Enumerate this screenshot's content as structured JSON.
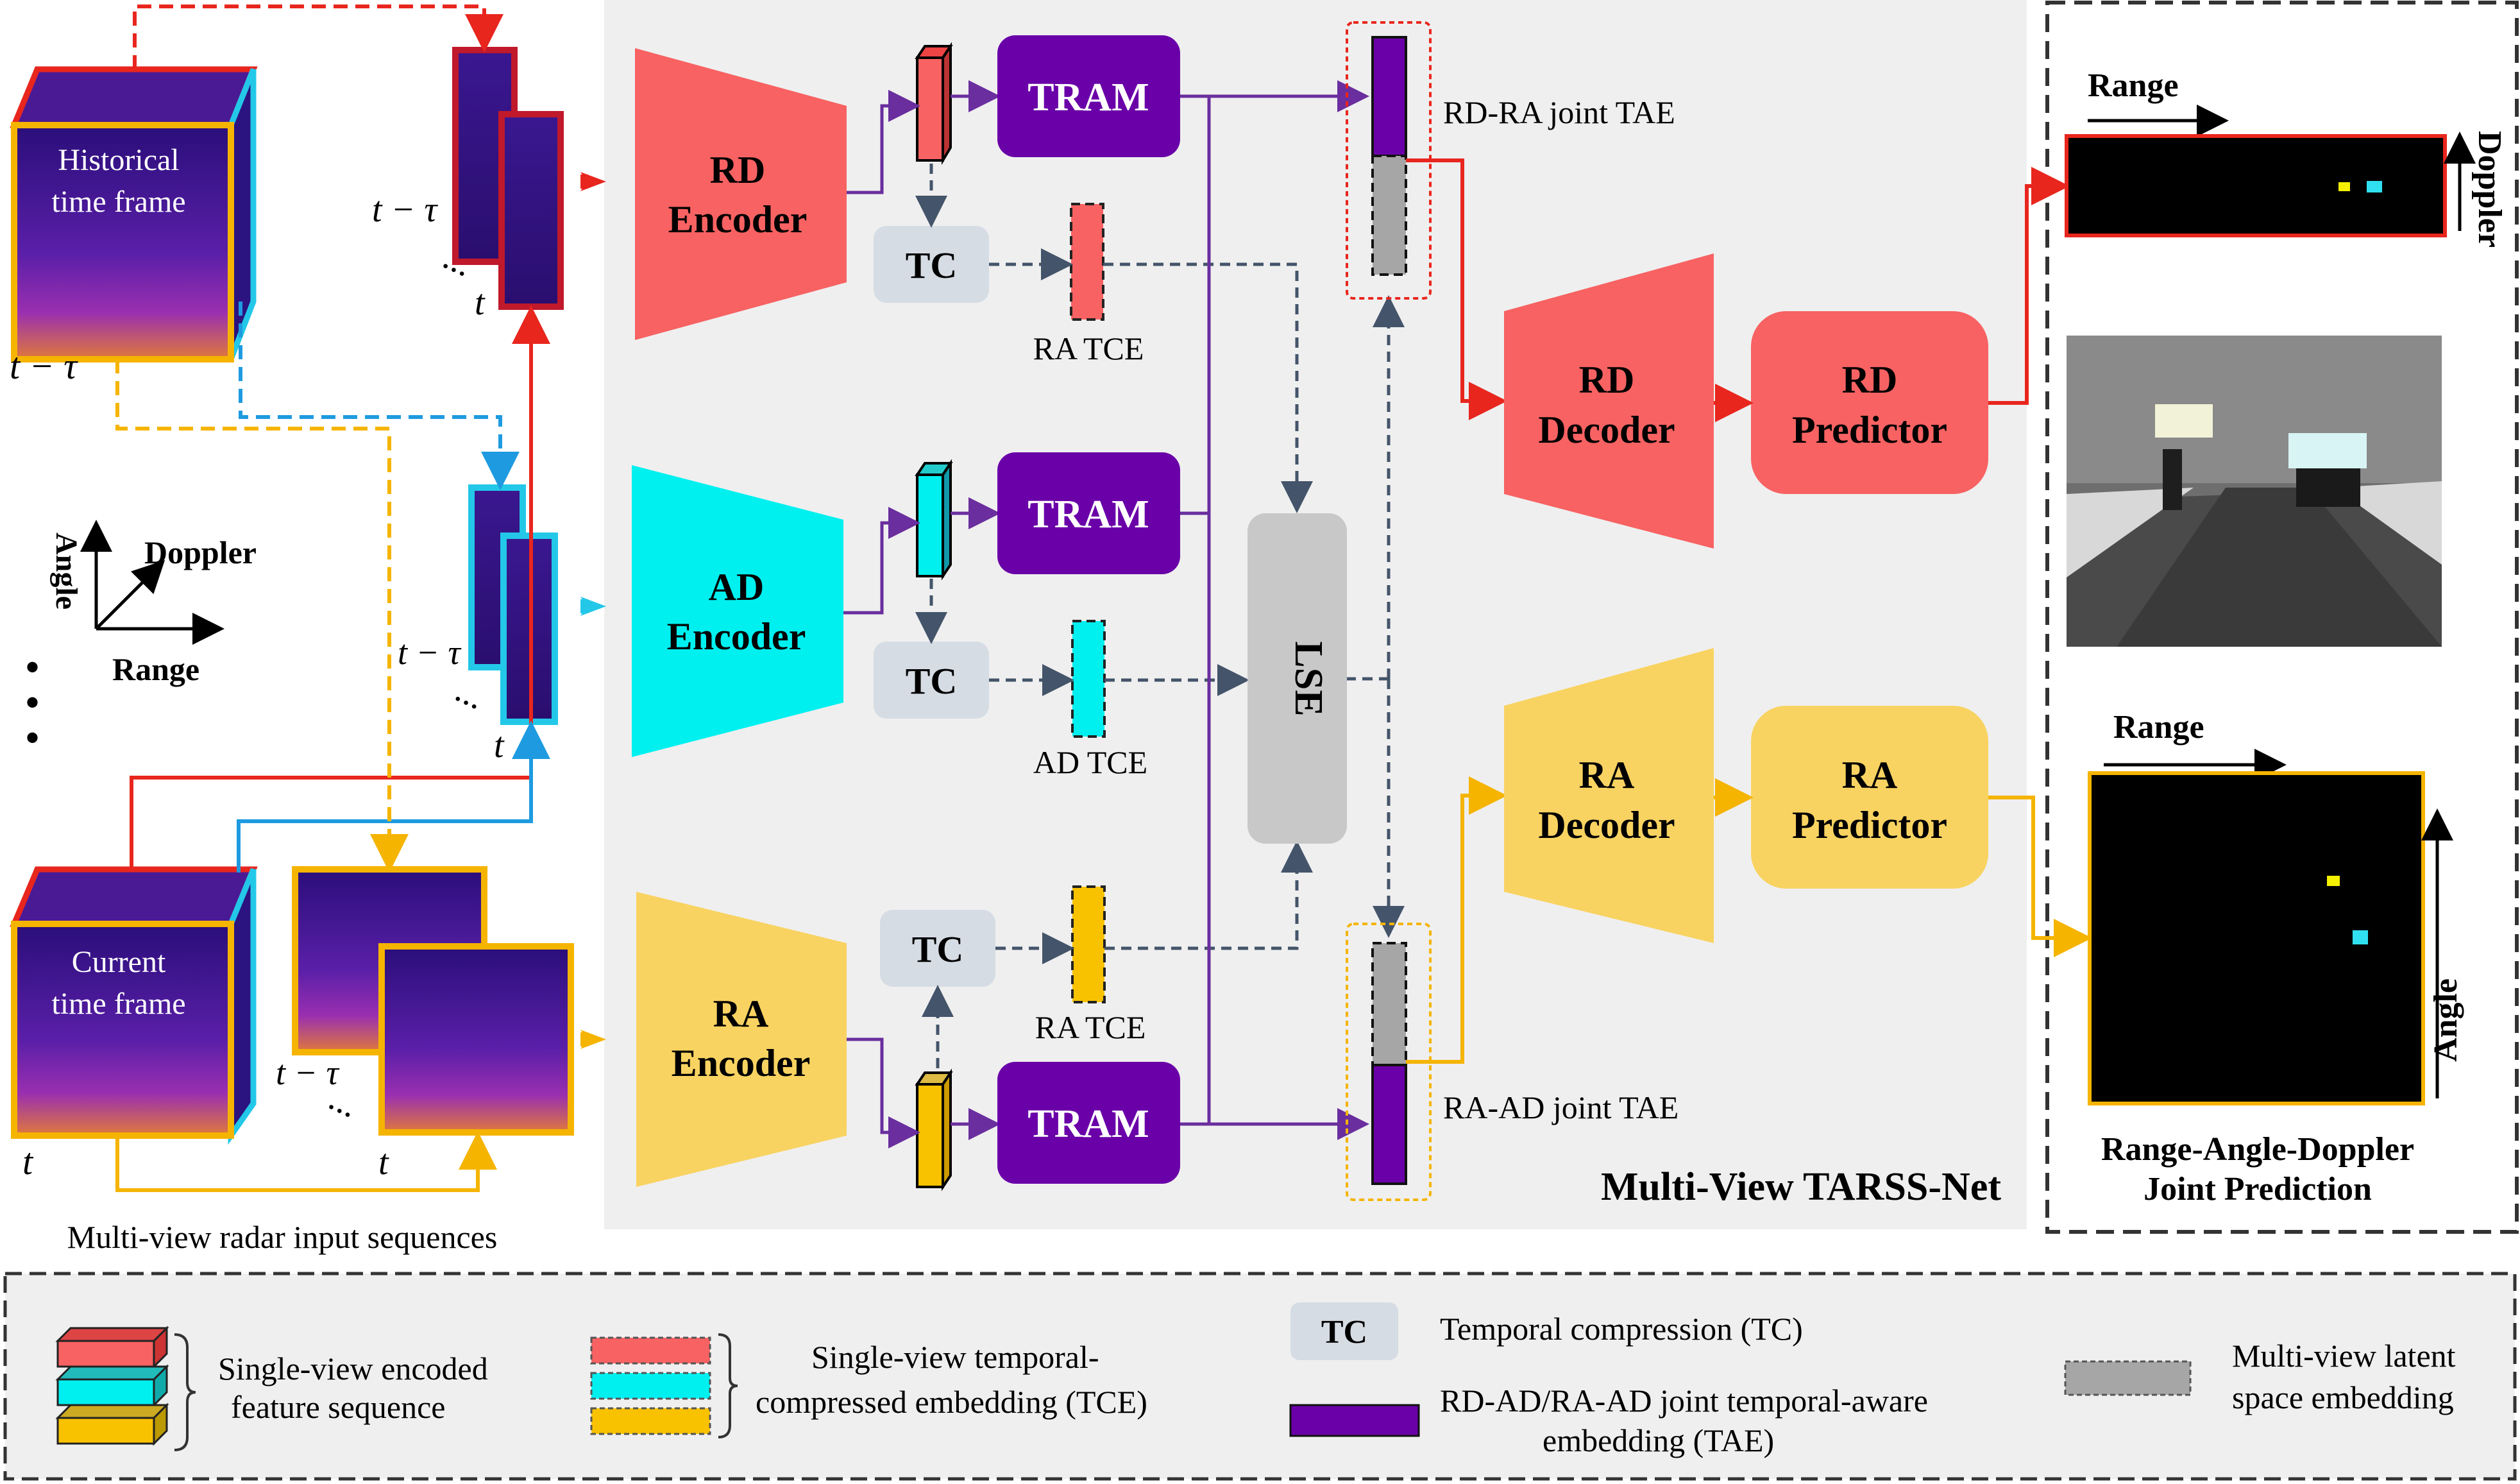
{
  "input": {
    "historical_label_1": "Historical",
    "historical_label_2": "time frame",
    "current_label_1": "Current",
    "current_label_2": "time frame",
    "t_minus_tau": "t − τ",
    "t": "t",
    "dots": "...",
    "axis_angle": "Angle",
    "axis_doppler": "Doppler",
    "axis_range": "Range",
    "caption": "Multi-view radar input sequences"
  },
  "encoders": {
    "rd_1": "RD",
    "rd_2": "Encoder",
    "ad_1": "AD",
    "ad_2": "Encoder",
    "ra_1": "RA",
    "ra_2": "Encoder"
  },
  "blocks": {
    "tram": "TRAM",
    "tc": "TC",
    "lse": "LSE",
    "ra_tce": "RA TCE",
    "ad_tce": "AD TCE",
    "rd_ra_tae": "RD-RA joint TAE",
    "ra_ad_tae": "RA-AD joint TAE",
    "net_title": "Multi-View TARSS-Net"
  },
  "decoders": {
    "rd_dec_1": "RD",
    "rd_dec_2": "Decoder",
    "rd_pred_1": "RD",
    "rd_pred_2": "Predictor",
    "ra_dec_1": "RA",
    "ra_dec_2": "Decoder",
    "ra_pred_1": "RA",
    "ra_pred_2": "Predictor"
  },
  "output": {
    "range": "Range",
    "doppler": "Doppler",
    "angle": "Angle",
    "title_1": "Range-Angle-Doppler",
    "title_2": "Joint Prediction"
  },
  "legend": {
    "single_view_1": "Single-view encoded",
    "single_view_2": "feature sequence",
    "tce_1": "Single-view temporal-",
    "tce_2": "compressed embedding (TCE)",
    "tc_box": "TC",
    "tc_desc": "Temporal compression (TC)",
    "tae_1": "RD-AD/RA-AD joint temporal-aware",
    "tae_2": "embedding (TAE)",
    "lse_1": "Multi-view latent",
    "lse_2": "space embedding"
  },
  "colors": {
    "rd": "#F86262",
    "ad": "#00F0F0",
    "ra": "#F9D361",
    "tram": "#6A00A8",
    "tc": "#D6DCE4",
    "lse": "#C8C8C8",
    "panel": "#EFEFEF",
    "red_line": "#E8261E",
    "cyan_line": "#1E9BE0",
    "orange_line": "#F5B400",
    "purple_line": "#6A2E9E",
    "dashed_gray": "#44546A"
  }
}
